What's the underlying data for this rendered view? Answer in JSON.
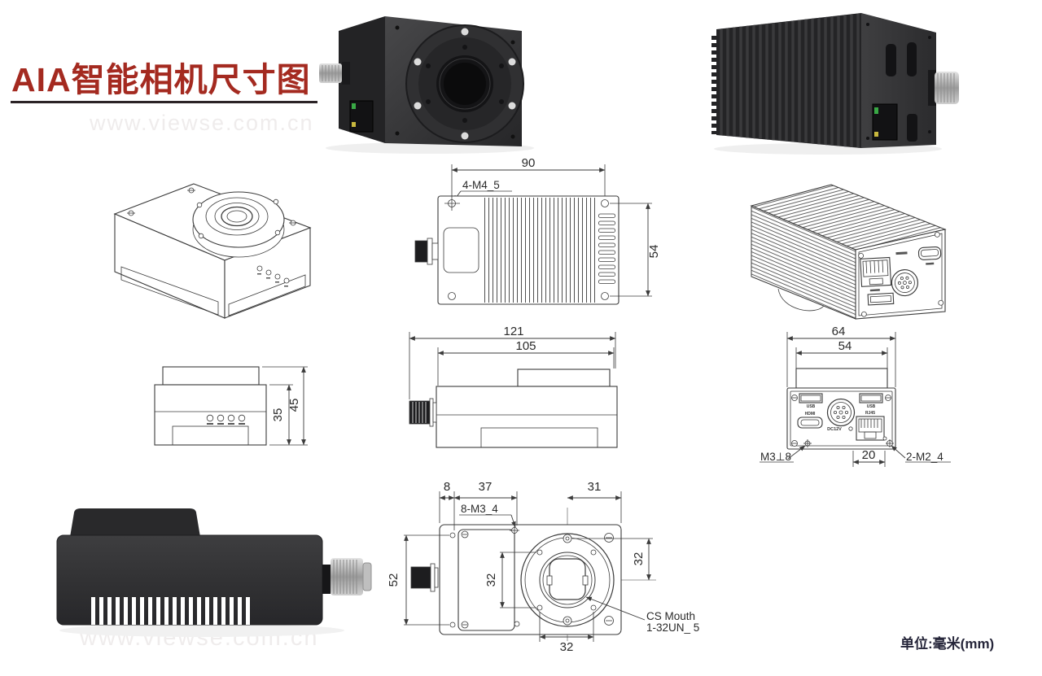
{
  "page": {
    "title": "AIA智能相机尺寸图",
    "watermark": "www.viewse.com.cn",
    "unit_note": "单位:毫米(mm)"
  },
  "colors": {
    "title_red": "#a42a20",
    "drawing_line": "#3b3b3b",
    "unit_text": "#26263a",
    "watermark_gray": "#efecec",
    "camera_body_dark": "#2b2b2d"
  },
  "drawings": {
    "top_view": {
      "dim_width": "90",
      "dim_height": "54",
      "thread_label": "4-M4_5"
    },
    "side_view": {
      "dim_overall": "121",
      "dim_body": "105"
    },
    "front_view": {
      "dim_body": "35",
      "dim_overall": "45"
    },
    "rear_view": {
      "dim_width": "64",
      "dim_inner_width": "54",
      "dim_rj45": "20",
      "thread_left": "M3⊥8",
      "thread_right": "2-M2_4",
      "port_usb_left": "USB",
      "port_usb_right": "USB",
      "port_hdmi": "HDMI",
      "port_rj45": "RJ45",
      "port_dc": "DC12V"
    },
    "mount_view": {
      "dim_edge": "8",
      "dim_plate": "37",
      "dim_center": "31",
      "dim_height": "52",
      "dim_holes_v": "32",
      "dim_mount_v": "32",
      "dim_holes_h": "32",
      "thread_label": "8-M3_4",
      "mount_label_1": "CS Mouth",
      "mount_label_2": "1-32UN_ 5"
    }
  }
}
